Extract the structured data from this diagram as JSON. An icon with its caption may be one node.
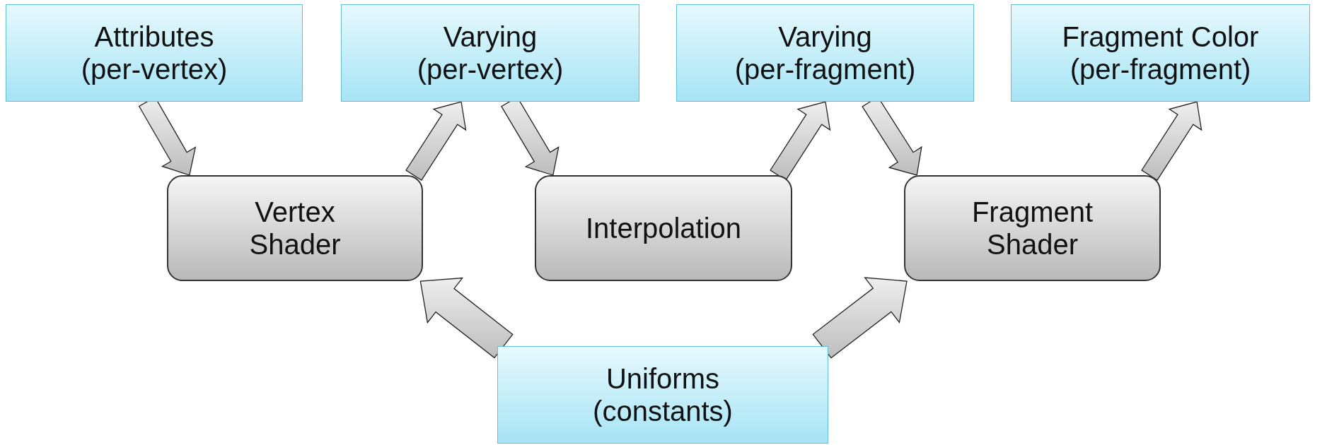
{
  "diagram": {
    "nodes": [
      {
        "text": [
          "Attributes (per-vertex)"
        ]
      },
      {
        "text": [
          "Varying (per-vertex)"
        ]
      },
      {
        "text": [
          "Varying (per-fragment)"
        ]
      },
      {
        "text": [
          "Fragment Color (per-fragment)"
        ]
      },
      {
        "text": [
          "Vertex Shader"
        ]
      },
      {
        "text": [
          "Interpolation"
        ]
      },
      {
        "text": [
          "Fragment Shader"
        ]
      },
      {
        "text": [
          "Uniforms (constants)"
        ]
      }
    ],
    "edges": [
      {
        "from": 0,
        "to": 4,
        "arrow": "to"
      },
      {
        "from": 4,
        "to": 1,
        "arrow": "to"
      },
      {
        "from": 1,
        "to": 5,
        "arrow": "to"
      },
      {
        "from": 5,
        "to": 2,
        "arrow": "to"
      },
      {
        "from": 2,
        "to": 6,
        "arrow": "to"
      },
      {
        "from": 6,
        "to": 3,
        "arrow": "to"
      },
      {
        "from": 7,
        "to": 4,
        "arrow": "to"
      },
      {
        "from": 7,
        "to": 6,
        "arrow": "to"
      }
    ]
  }
}
